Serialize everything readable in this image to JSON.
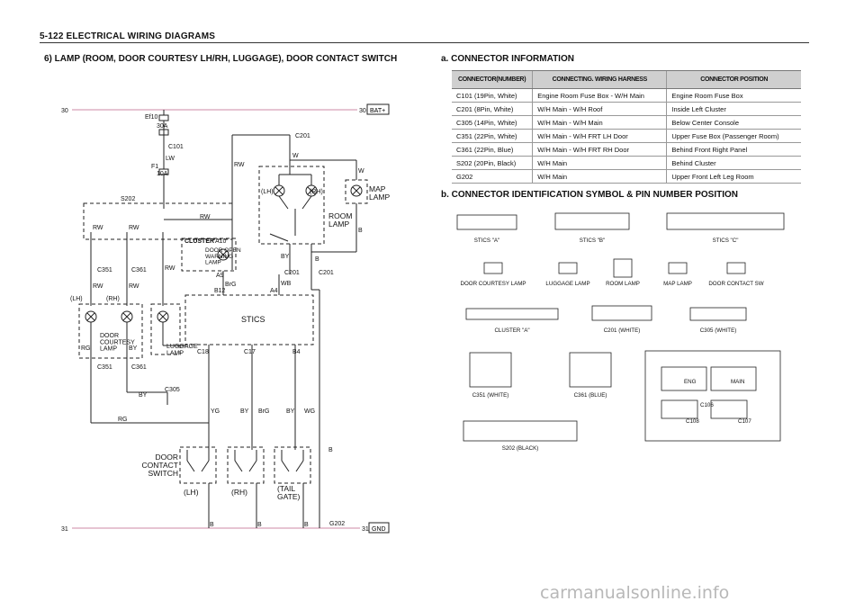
{
  "header": "5-122  ELECTRICAL WIRING DIAGRAMS",
  "section_title": "6)  LAMP (ROOM, DOOR COURTESY LH/RH, LUGGAGE), DOOR CONTACT SWITCH",
  "connector_info": {
    "title": "a.  CONNECTOR  INFORMATION",
    "headers": [
      "CONNECTOR(NUMBER)",
      "CONNECTING. WIRING HARNESS",
      "CONNECTOR POSITION"
    ],
    "rows": [
      [
        "C101 (19Pin, White)",
        "Engine Room Fuse Box - W/H Main",
        "Engine Room Fuse Box"
      ],
      [
        "C201 (8Pin, White)",
        "W/H Main - W/H Roof",
        "Inside Left Cluster"
      ],
      [
        "C305 (14Pin, White)",
        "W/H Main - W/H Main",
        "Below Center Console"
      ],
      [
        "C351 (22Pin, White)",
        "W/H Main - W/H FRT LH Door",
        "Upper Fuse Box (Passenger Room)"
      ],
      [
        "C361 (22Pin, Blue)",
        "W/H Main - W/H FRT RH Door",
        "Behind Front Right Panel"
      ],
      [
        "S202 (20Pin, Black)",
        "W/H Main",
        "Behind Cluster"
      ],
      [
        "G202",
        "W/H Main",
        "Upper Front Left Leg Room"
      ]
    ]
  },
  "connector_id": {
    "title": "b.  CONNECTOR  IDENTIFICATION  SYMBOL  &  PIN  NUMBER  POSITION",
    "stics_a": "STICS \"A\"",
    "stics_b": "STICS \"B\"",
    "stics_c": "STICS \"C\"",
    "door_courtesy": "DOOR COURTESY LAMP",
    "luggage": "LUGGAGE LAMP",
    "room": "ROOM LAMP",
    "map": "MAP LAMP",
    "door_contact": "DOOR CONTACT SW",
    "cluster_a": "CLUSTER \"A\"",
    "c201": "C201  (WHITE)",
    "c305": "C305  (WHITE)",
    "c351": "C351  (WHITE)",
    "c361": "C361  (BLUE)",
    "s202": "S202  (BLACK)",
    "fusebox_labels": [
      "ENG",
      "MAIN",
      "C106",
      "C107",
      "C108"
    ]
  },
  "diagram": {
    "line30_left": "30",
    "line30_right": "30",
    "bat": "BAT+",
    "line31_left": "31",
    "line31_right": "31",
    "gnd": "GND",
    "ef10": "Ef10",
    "ef10_amp": "30A",
    "c101": "C101",
    "lw": "LW",
    "f1": "F1",
    "f1_amp": "10A",
    "s202": "S202",
    "c201_top": "C201",
    "w": "W",
    "map_lamp": "MAP\nLAMP",
    "lh": "(LH)",
    "rh": "(RH)",
    "room_lamp": "ROOM\nLAMP",
    "cluster": "CLUSTER",
    "a10": "A10",
    "door_open_warning": "DOOR OPEN\nWARNING\nLAMP",
    "a9": "A9",
    "brg": "BrG",
    "b12": "B12",
    "a4": "A4",
    "wb": "WB",
    "by": "BY",
    "b": "B",
    "stics": "STICS",
    "c18": "C18",
    "c17": "C17",
    "b4": "B4",
    "rw": "RW",
    "c351": "C351",
    "c361": "C361",
    "door_courtesy_lamp": "DOOR\nCOURTESY\nLAMP",
    "luggage_lamp": "LUGGAGE\nLAMP",
    "rg": "RG",
    "c305": "C305",
    "yg": "YG",
    "wg": "WG",
    "door_contact_switch": "DOOR\nCONTACT\nSWITCH",
    "lh_sw": "(LH)",
    "rh_sw": "(RH)",
    "tail_gate": "(TAIL\nGATE)",
    "g202": "G202"
  },
  "watermark": "carmanualsonline.info"
}
